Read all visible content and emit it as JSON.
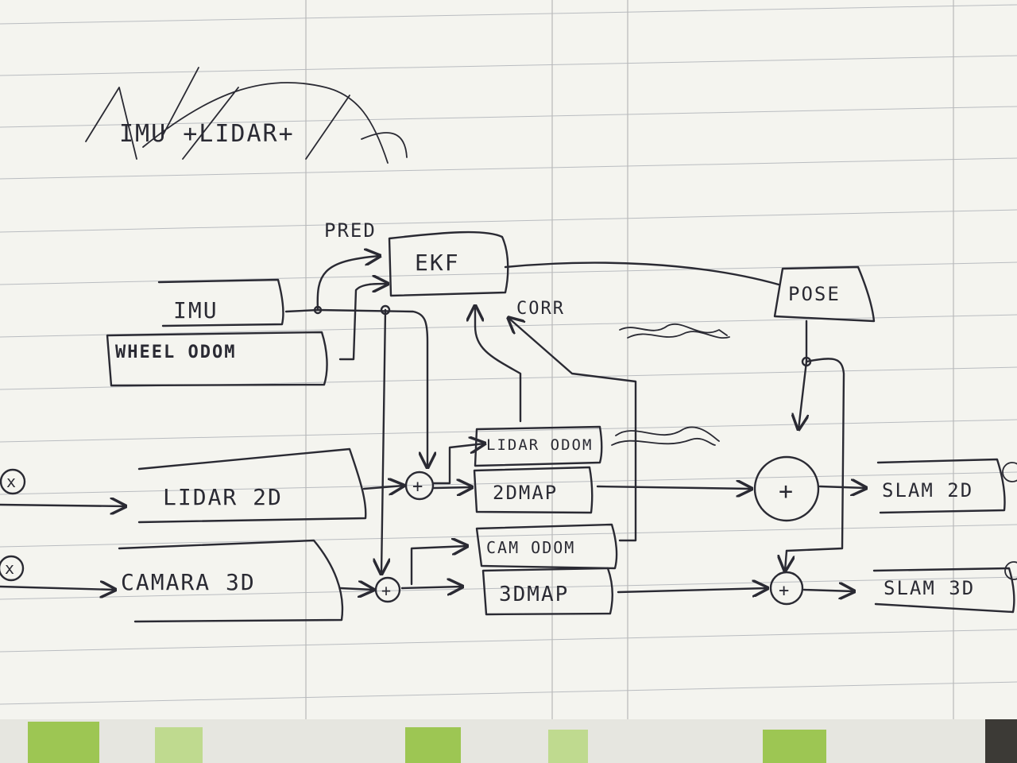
{
  "title": "IMU +LIDAR+",
  "labels": {
    "pred": "PRED",
    "corr": "CORR",
    "ekf": "EKF",
    "pose": "POSE",
    "imu": "IMU",
    "wheel_odom": "WHEEL ODOM",
    "lidar_2d": "LIDAR 2D",
    "camara_3d": "CAMARA 3D",
    "lidar_odom": "LIDAR ODOM",
    "map_2d": "2DMAP",
    "cam_odom": "CAM ODOM",
    "map_3d": "3DMAP",
    "slam_2d": "SLAM 2D",
    "slam_3d": "SLAM 3D",
    "plus": "+",
    "input_mark": "x"
  },
  "colors": {
    "ink": "#2a2a33",
    "paper": "#f4f4ef",
    "rule": "#b9bcc0",
    "strip": "#8fbf3a"
  }
}
